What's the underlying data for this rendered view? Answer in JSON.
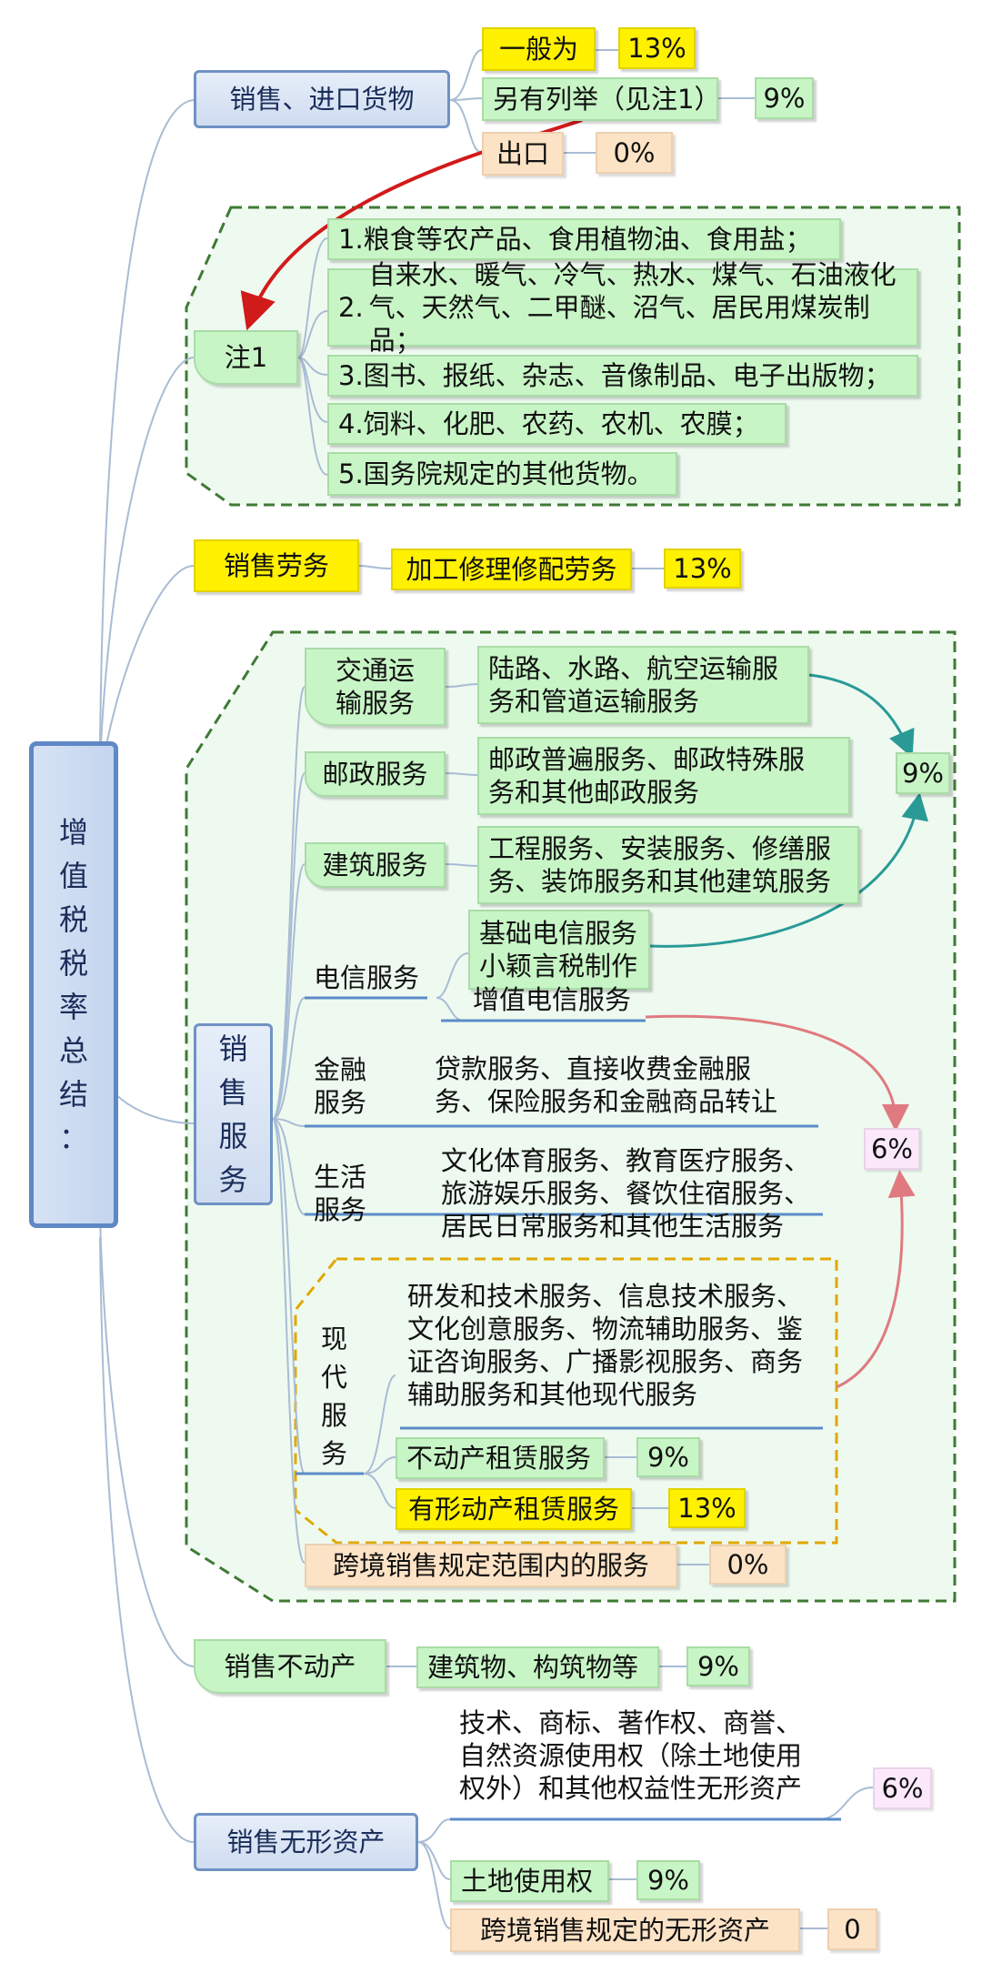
{
  "root": {
    "chars": [
      "增",
      "值",
      "税",
      "税",
      "率",
      "总",
      "结",
      "："
    ]
  },
  "colors": {
    "connector": "#a9bcd4",
    "region_green_fill": "#eefaf0",
    "region_green_border": "#3f7a34",
    "region_yellow_border": "#e0a800",
    "arrow_red": "#d11a1a",
    "arrow_teal": "#2a9a96",
    "arrow_pink": "#e07a80"
  },
  "goods": {
    "title": "销售、进口货物",
    "general": {
      "label": "一般为",
      "rate": "13%"
    },
    "special": {
      "label": "另有列举（见注1）",
      "rate": "9%"
    },
    "export": {
      "label": "出口",
      "rate": "0%"
    }
  },
  "note1": {
    "label": "注1",
    "items": [
      {
        "num": "1.",
        "text": "粮食等农产品、食用植物油、食用盐；"
      },
      {
        "num": "2.",
        "line1": "自来水、暖气、冷气、热水、煤气、石油液化",
        "line2": "气、天然气、二甲醚、沼气、居民用煤炭制品；"
      },
      {
        "num": "3.",
        "text": "图书、报纸、杂志、音像制品、电子出版物；"
      },
      {
        "num": "4.",
        "text": "饲料、化肥、农药、农机、农膜；"
      },
      {
        "num": "5.",
        "text": "国务院规定的其他货物。"
      }
    ]
  },
  "labor": {
    "title": "销售劳务",
    "item": "加工修理修配劳务",
    "rate": "13%"
  },
  "services": {
    "title_chars": [
      "销",
      "售",
      "服",
      "务"
    ],
    "rate9": "9%",
    "rate6": "6%",
    "transport": {
      "label1": "交通运",
      "label2": "输服务",
      "line1": "陆路、水路、航空运输服",
      "line2": "务和管道运输服务"
    },
    "postal": {
      "label": "邮政服务",
      "line1": "邮政普遍服务、邮政特殊服",
      "line2": "务和其他邮政服务"
    },
    "construction": {
      "label": "建筑服务",
      "line1": "工程服务、安装服务、修缮服",
      "line2": "务、装饰服务和其他建筑服务"
    },
    "telecom": {
      "label": "电信服务",
      "basic1": "基础电信服务",
      "basic2": "小颖言税制作",
      "value_added": "增值电信服务"
    },
    "finance": {
      "label1": "金融",
      "label2": "服务",
      "line1": "贷款服务、直接收费金融服",
      "line2": "务、保险服务和金融商品转让"
    },
    "life": {
      "label1": "生活",
      "label2": "服务",
      "line1": "文化体育服务、教育医疗服务、",
      "line2": "旅游娱乐服务、餐饮住宿服务、",
      "line3": "居民日常服务和其他生活服务"
    },
    "modern": {
      "label_chars": [
        "现",
        "代",
        "服",
        "务"
      ],
      "line1": "研发和技术服务、信息技术服务、",
      "line2": "文化创意服务、物流辅助服务、鉴",
      "line3": "证咨询服务、广播影视服务、商务",
      "line4": "辅助服务和其他现代服务",
      "realestate_lease": {
        "label": "不动产租赁服务",
        "rate": "9%"
      },
      "tangible_lease": {
        "label": "有形动产租赁服务",
        "rate": "13%"
      }
    },
    "crossborder": {
      "label": "跨境销售规定范围内的服务",
      "rate": "0%"
    }
  },
  "realestate": {
    "title": "销售不动产",
    "item": "建筑物、构筑物等",
    "rate": "9%"
  },
  "intangible": {
    "title": "销售无形资产",
    "line1": "技术、商标、著作权、商誉、",
    "line2": "自然资源使用权（除土地使用",
    "line3": "权外）和其他权益性无形资产",
    "rate": "6%",
    "land": {
      "label": "土地使用权",
      "rate": "9%"
    },
    "crossborder": {
      "label": "跨境销售规定的无形资产",
      "rate": "0"
    }
  }
}
